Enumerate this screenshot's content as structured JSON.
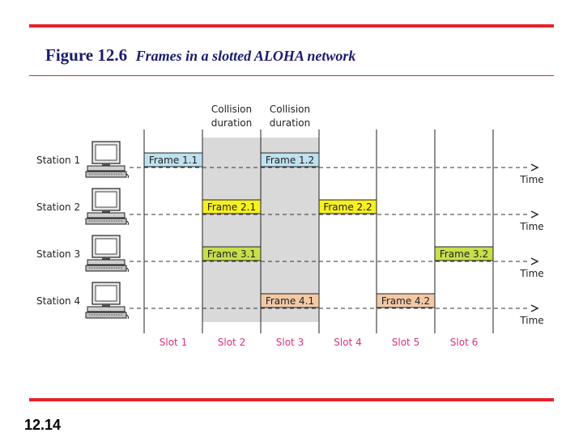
{
  "header": {
    "figure_label": "Figure 12.6",
    "caption": "Frames in a slotted ALOHA network"
  },
  "diagram": {
    "collision_labels": [
      {
        "line1": "Collision",
        "line2": "duration"
      },
      {
        "line1": "Collision",
        "line2": "duration"
      }
    ],
    "time_label": "Time",
    "stations": [
      {
        "name": "Station 1"
      },
      {
        "name": "Station 2"
      },
      {
        "name": "Station 3"
      },
      {
        "name": "Station 4"
      }
    ],
    "frames": [
      {
        "label": "Frame 1.1",
        "station": 0,
        "slot": 0,
        "color": "#bfe1f0"
      },
      {
        "label": "Frame 1.2",
        "station": 0,
        "slot": 2,
        "color": "#bfe1f0"
      },
      {
        "label": "Frame 2.1",
        "station": 1,
        "slot": 1,
        "color": "#f7f020"
      },
      {
        "label": "Frame 2.2",
        "station": 1,
        "slot": 3,
        "color": "#f7f020"
      },
      {
        "label": "Frame 3.1",
        "station": 2,
        "slot": 1,
        "color": "#c6e04a"
      },
      {
        "label": "Frame 3.2",
        "station": 2,
        "slot": 5,
        "color": "#c6e04a"
      },
      {
        "label": "Frame 4.1",
        "station": 3,
        "slot": 2,
        "color": "#f3c9a6"
      },
      {
        "label": "Frame 4.2",
        "station": 3,
        "slot": 4,
        "color": "#f3c9a6"
      }
    ],
    "slots": [
      "Slot 1",
      "Slot 2",
      "Slot 3",
      "Slot 4",
      "Slot 5",
      "Slot 6"
    ],
    "collision_slots": [
      1,
      2
    ],
    "colors": {
      "collision_shade": "#d9d9d9",
      "slot_label": "#d8327e",
      "accent_bars": "#e8202a",
      "title_text": "#1a1a6e"
    }
  },
  "footer": {
    "page_number": "12.14"
  }
}
